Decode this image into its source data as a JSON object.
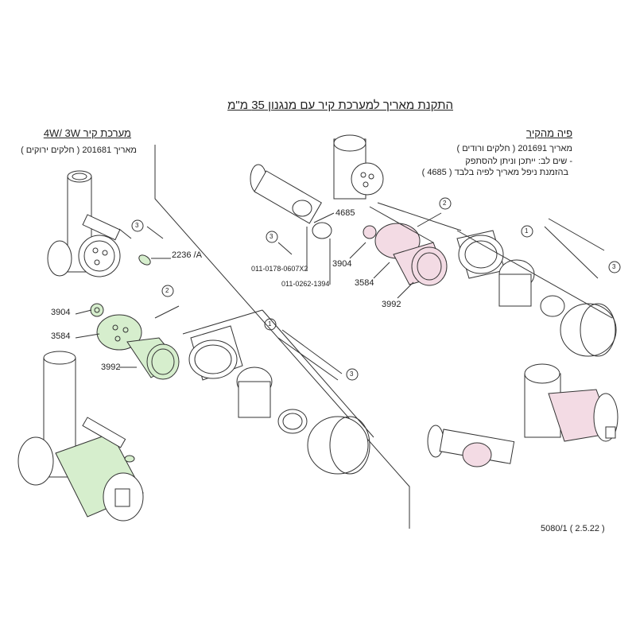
{
  "title": "התקנת מאריך למערכת קיר עם מנגנון 35 מ\"מ",
  "left_section": {
    "heading": "מערכת קיר 4W/ 3W",
    "subheading": "מאריך 201681 ( חלקים ירוקים )",
    "labels": {
      "part_a": "2236 /A",
      "part_3904": "3904",
      "part_3584": "3584",
      "part_3992": "3992"
    },
    "steps": [
      "3",
      "2",
      "1",
      "3"
    ]
  },
  "right_section": {
    "heading": "פיה מהקיר",
    "subheading": "מאריך 201691 ( חלקים ורודים )",
    "note_line1": "-  שים לב: ייתכן וניתן להסתפק",
    "note_line2": "בהזמנת ניפל מאריך לפיה בלבד ( 4685 )",
    "labels": {
      "part_4685": "4685",
      "part_3904": "3904",
      "part_3584": "3584",
      "part_3992": "3992",
      "part_code1": "011-0178-0607X2",
      "part_code2": "011-0262-1394"
    },
    "steps": [
      "3",
      "2",
      "1",
      "3"
    ]
  },
  "footer": "5080/1 ( 2.5.22 )",
  "colors": {
    "green": "#d6eecd",
    "pink": "#f3dbe4",
    "line": "#333333"
  }
}
